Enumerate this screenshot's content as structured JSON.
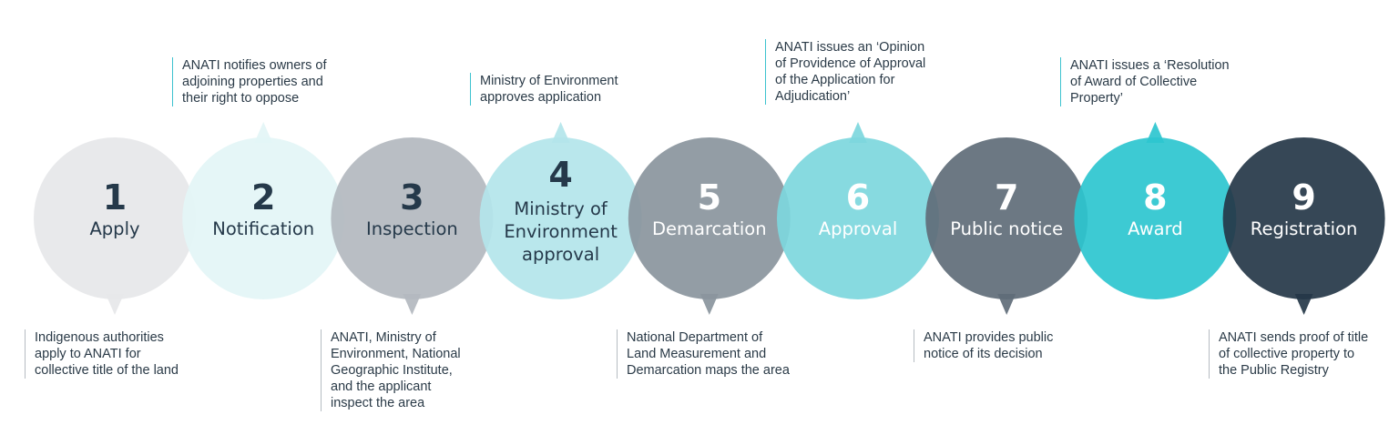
{
  "steps": [
    {
      "number": "1",
      "label": [
        "Apply"
      ],
      "color": "#e6e7e9",
      "text_color": "#25394a",
      "note_pos": "bottom",
      "note": "Indigenous authorities\napply to ANATI for\ncollective title of the land"
    },
    {
      "number": "2",
      "label": [
        "Notification"
      ],
      "color": "#e3f5f6",
      "text_color": "#25394a",
      "note_pos": "top",
      "note": "ANATI notifies owners of\nadjoining properties and\ntheir right to oppose"
    },
    {
      "number": "3",
      "label": [
        "Inspection"
      ],
      "color": "#b3b9bf",
      "text_color": "#25394a",
      "note_pos": "bottom",
      "note": "ANATI, Ministry of\nEnvironment, National\nGeographic Institute,\nand the applicant\ninspect the area"
    },
    {
      "number": "4",
      "label": [
        "Ministry of",
        "Environment",
        "approval"
      ],
      "color": "#b3e5ea",
      "text_color": "#25394a",
      "note_pos": "top",
      "note": "Ministry of Environment\napproves application"
    },
    {
      "number": "5",
      "label": [
        "Demarcation"
      ],
      "color": "#8a959d",
      "text_color": "#ffffff",
      "note_pos": "bottom",
      "note": "National Department of\nLand Measurement and\nDemarcation maps the area"
    },
    {
      "number": "6",
      "label": [
        "Approval"
      ],
      "color": "#7dd7dd",
      "text_color": "#ffffff",
      "note_pos": "top",
      "note": "ANATI issues an ‘Opinion\nof Providence of Approval\nof the Application for\nAdjudication’"
    },
    {
      "number": "7",
      "label": [
        "Public notice"
      ],
      "color": "#606d78",
      "text_color": "#ffffff",
      "note_pos": "bottom",
      "note": "ANATI provides public\nnotice of its decision"
    },
    {
      "number": "8",
      "label": [
        "Award"
      ],
      "color": "#2cc5cf",
      "text_color": "#ffffff",
      "note_pos": "top",
      "note": "ANATI issues a ‘Resolution\nof Award of Collective\nProperty’"
    },
    {
      "number": "9",
      "label": [
        "Registration"
      ],
      "color": "#253748",
      "text_color": "#ffffff",
      "note_pos": "bottom",
      "note": "ANATI sends proof of title\nof collective property to\nthe Public Registry"
    }
  ]
}
